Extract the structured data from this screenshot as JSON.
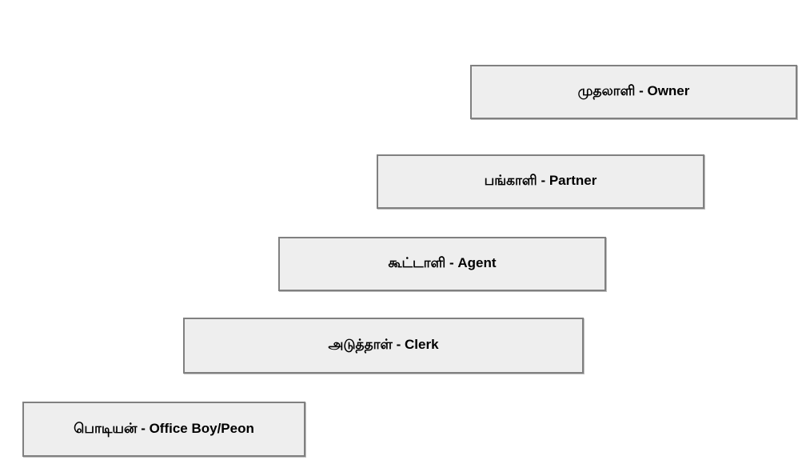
{
  "diagram": {
    "description": "staircase hierarchy of workplace roles, Tamil term with English translation",
    "levels": [
      {
        "label": "முதலாளி - Owner",
        "tamil": "முதலாளி",
        "english": "Owner"
      },
      {
        "label": "பங்காளி - Partner",
        "tamil": "பங்காளி",
        "english": "Partner"
      },
      {
        "label": "கூட்டாளி - Agent",
        "tamil": "கூட்டாளி",
        "english": "Agent"
      },
      {
        "label": "அடுத்தாள் - Clerk",
        "tamil": "அடுத்தாள்",
        "english": "Clerk"
      },
      {
        "label": "பொடியன் - Office Boy/Peon",
        "tamil": "பொடியன்",
        "english": "Office Boy/Peon"
      }
    ],
    "colors": {
      "background": "#ffffff",
      "box_fill": "#eeeeee",
      "box_border": "#808080",
      "text": "#000000"
    }
  }
}
